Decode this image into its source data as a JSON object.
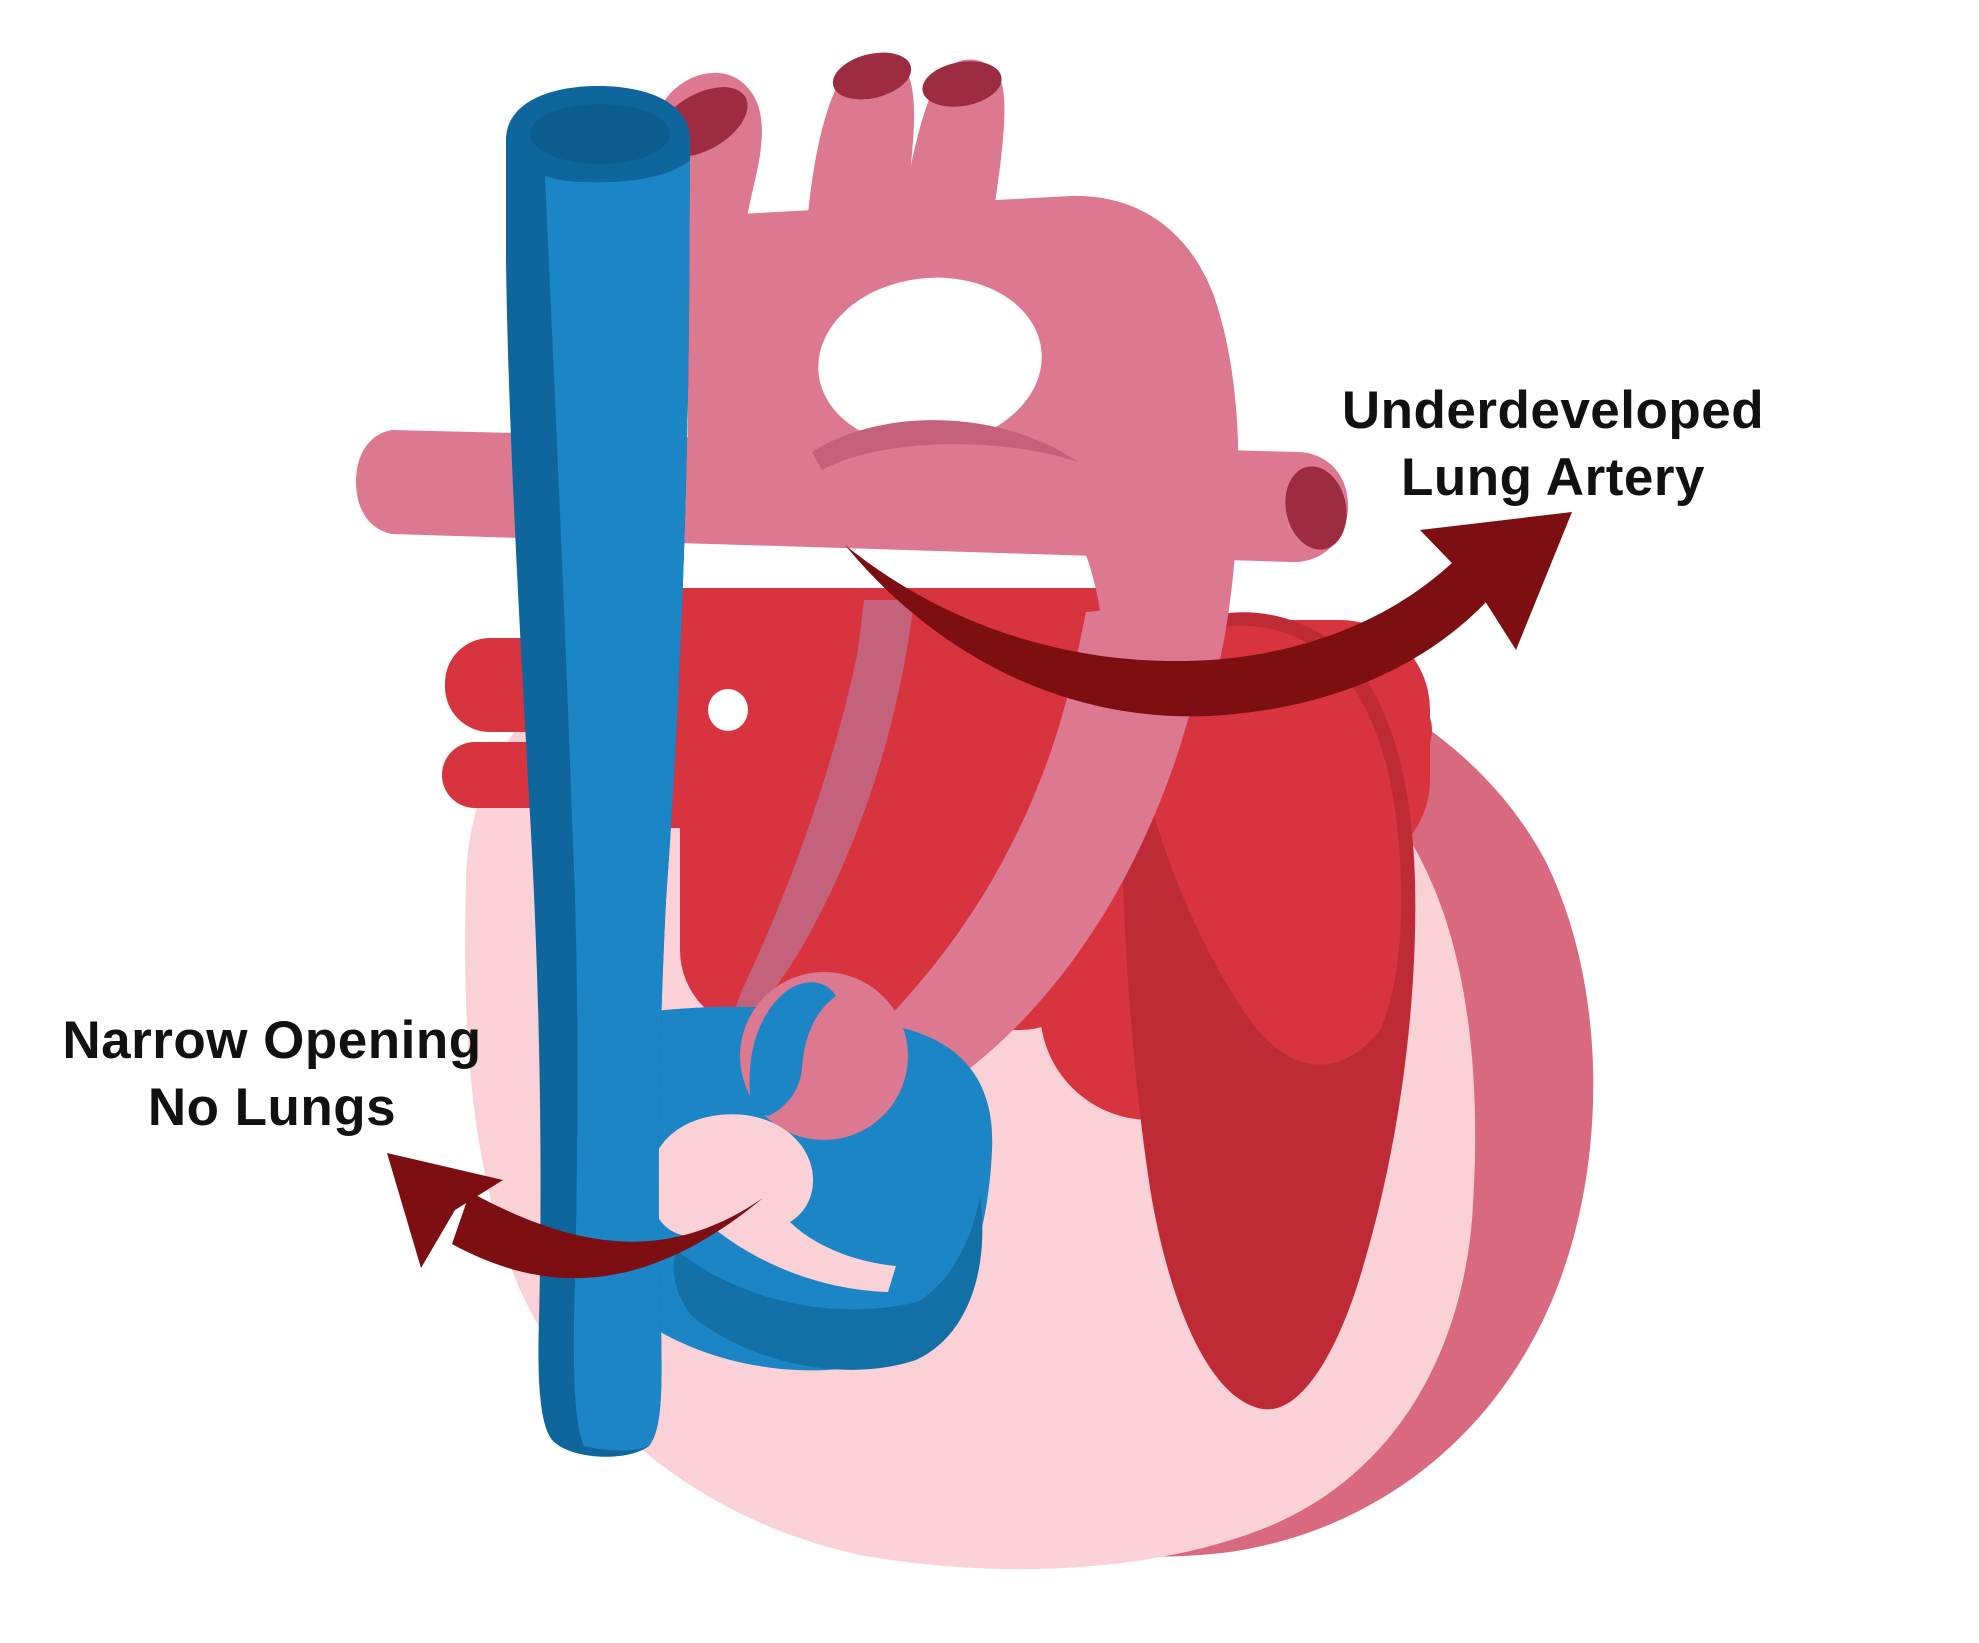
{
  "annotations": {
    "right": {
      "line1": "Underdeveloped",
      "line2": "Lung Artery"
    },
    "left": {
      "line1": "Narrow Opening",
      "line2": "No Lungs"
    }
  },
  "palette": {
    "background": "#ffffff",
    "body_light_pink": "#FBD1D8",
    "outer_wall_rose": "#D9697F",
    "vessel_rose": "#DC7890",
    "vessel_rose_shade": "#C5627B",
    "chamber_red": "#D8343F",
    "chamber_red_deep": "#BE2B36",
    "vessel_opening_dark_red": "#9E2C41",
    "vein_blue": "#1B85C5",
    "vein_blue_dark": "#0F669C",
    "vein_blue_darker": "#0D5C8F",
    "ventricle_blue_shade": "#1270A6",
    "arrow_maroon": "#7D0F13",
    "label_text": "#111111"
  }
}
